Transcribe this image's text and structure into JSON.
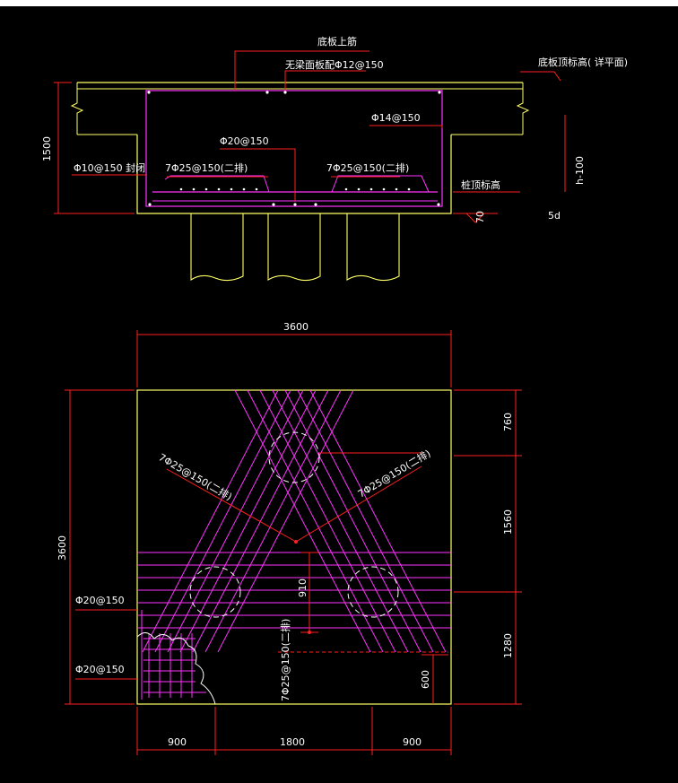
{
  "section": {
    "top_rebar_label": "底板上筋",
    "beam_top_label": "无梁面板配Φ12@150",
    "slab_elev_label": "底板顶标高( 详平面)",
    "side_bar_label": "Φ14@150",
    "mid_bar_label": "Φ20@150",
    "left_bar_label": "Φ10@150 封闭",
    "bottom_left_label": "7Φ25@150(二排)",
    "bottom_right_label": "7Φ25@150(二排)",
    "pile_top_label": "桩顶标高",
    "height_dim": "1500",
    "right_note_h": "h-100",
    "right_note_5d": "5d",
    "dim_70": "70"
  },
  "plan": {
    "top_width": "3600",
    "left_height": "3600",
    "right_dim_1": "760",
    "right_dim_2": "1560",
    "right_dim_3": "1280",
    "bottom_dim_1": "900",
    "bottom_dim_2": "1800",
    "bottom_dim_3": "900",
    "inner_dim_600": "600",
    "inner_dim_910": "910",
    "diag_left_label": "7Φ25@150(二排)",
    "diag_right_label": "7Φ25@150(二排)",
    "vert_label": "7Φ25@150(二排)",
    "corner_bar_1": "Φ20@150",
    "corner_bar_2": "Φ20@150"
  },
  "colors": {
    "background": "#000000",
    "outline": "#ffff66",
    "dimension": "#ff2020",
    "rebar": "#ff33ff",
    "text": "#ffffff"
  }
}
